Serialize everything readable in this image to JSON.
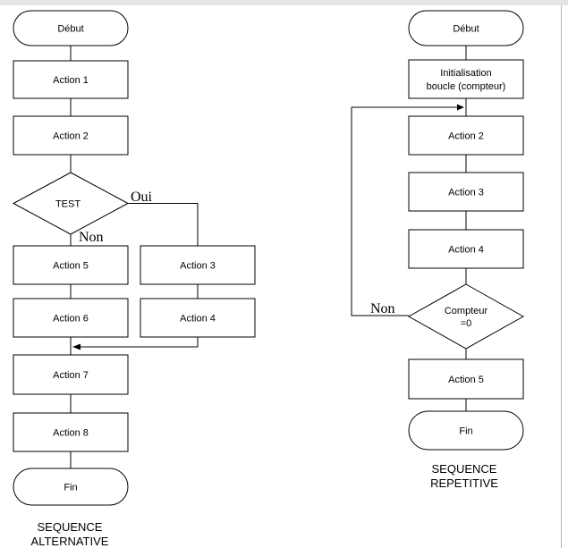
{
  "colors": {
    "line": "#000000",
    "background": "#ffffff",
    "top_strip": "#e5e5e5",
    "right_edge": "#b3b3b3"
  },
  "left_chart": {
    "caption_line1": "SEQUENCE",
    "caption_line2": "ALTERNATIVE",
    "nodes": {
      "start": "Début",
      "action1": "Action 1",
      "action2": "Action 2",
      "test": "TEST",
      "action3": "Action 3",
      "action4": "Action 4",
      "action5": "Action 5",
      "action6": "Action 6",
      "action7": "Action 7",
      "action8": "Action 8",
      "end": "Fin"
    },
    "edges": {
      "yes": "Oui",
      "no": "Non"
    }
  },
  "right_chart": {
    "caption_line1": "SEQUENCE",
    "caption_line2": "REPETITIVE",
    "nodes": {
      "start": "Début",
      "init_line1": "Initialisation",
      "init_line2": "boucle (compteur)",
      "action2": "Action 2",
      "action3": "Action 3",
      "action4": "Action 4",
      "test_line1": "Compteur",
      "test_line2": "=0",
      "action5": "Action 5",
      "end": "Fin"
    },
    "edges": {
      "no": "Non"
    }
  }
}
